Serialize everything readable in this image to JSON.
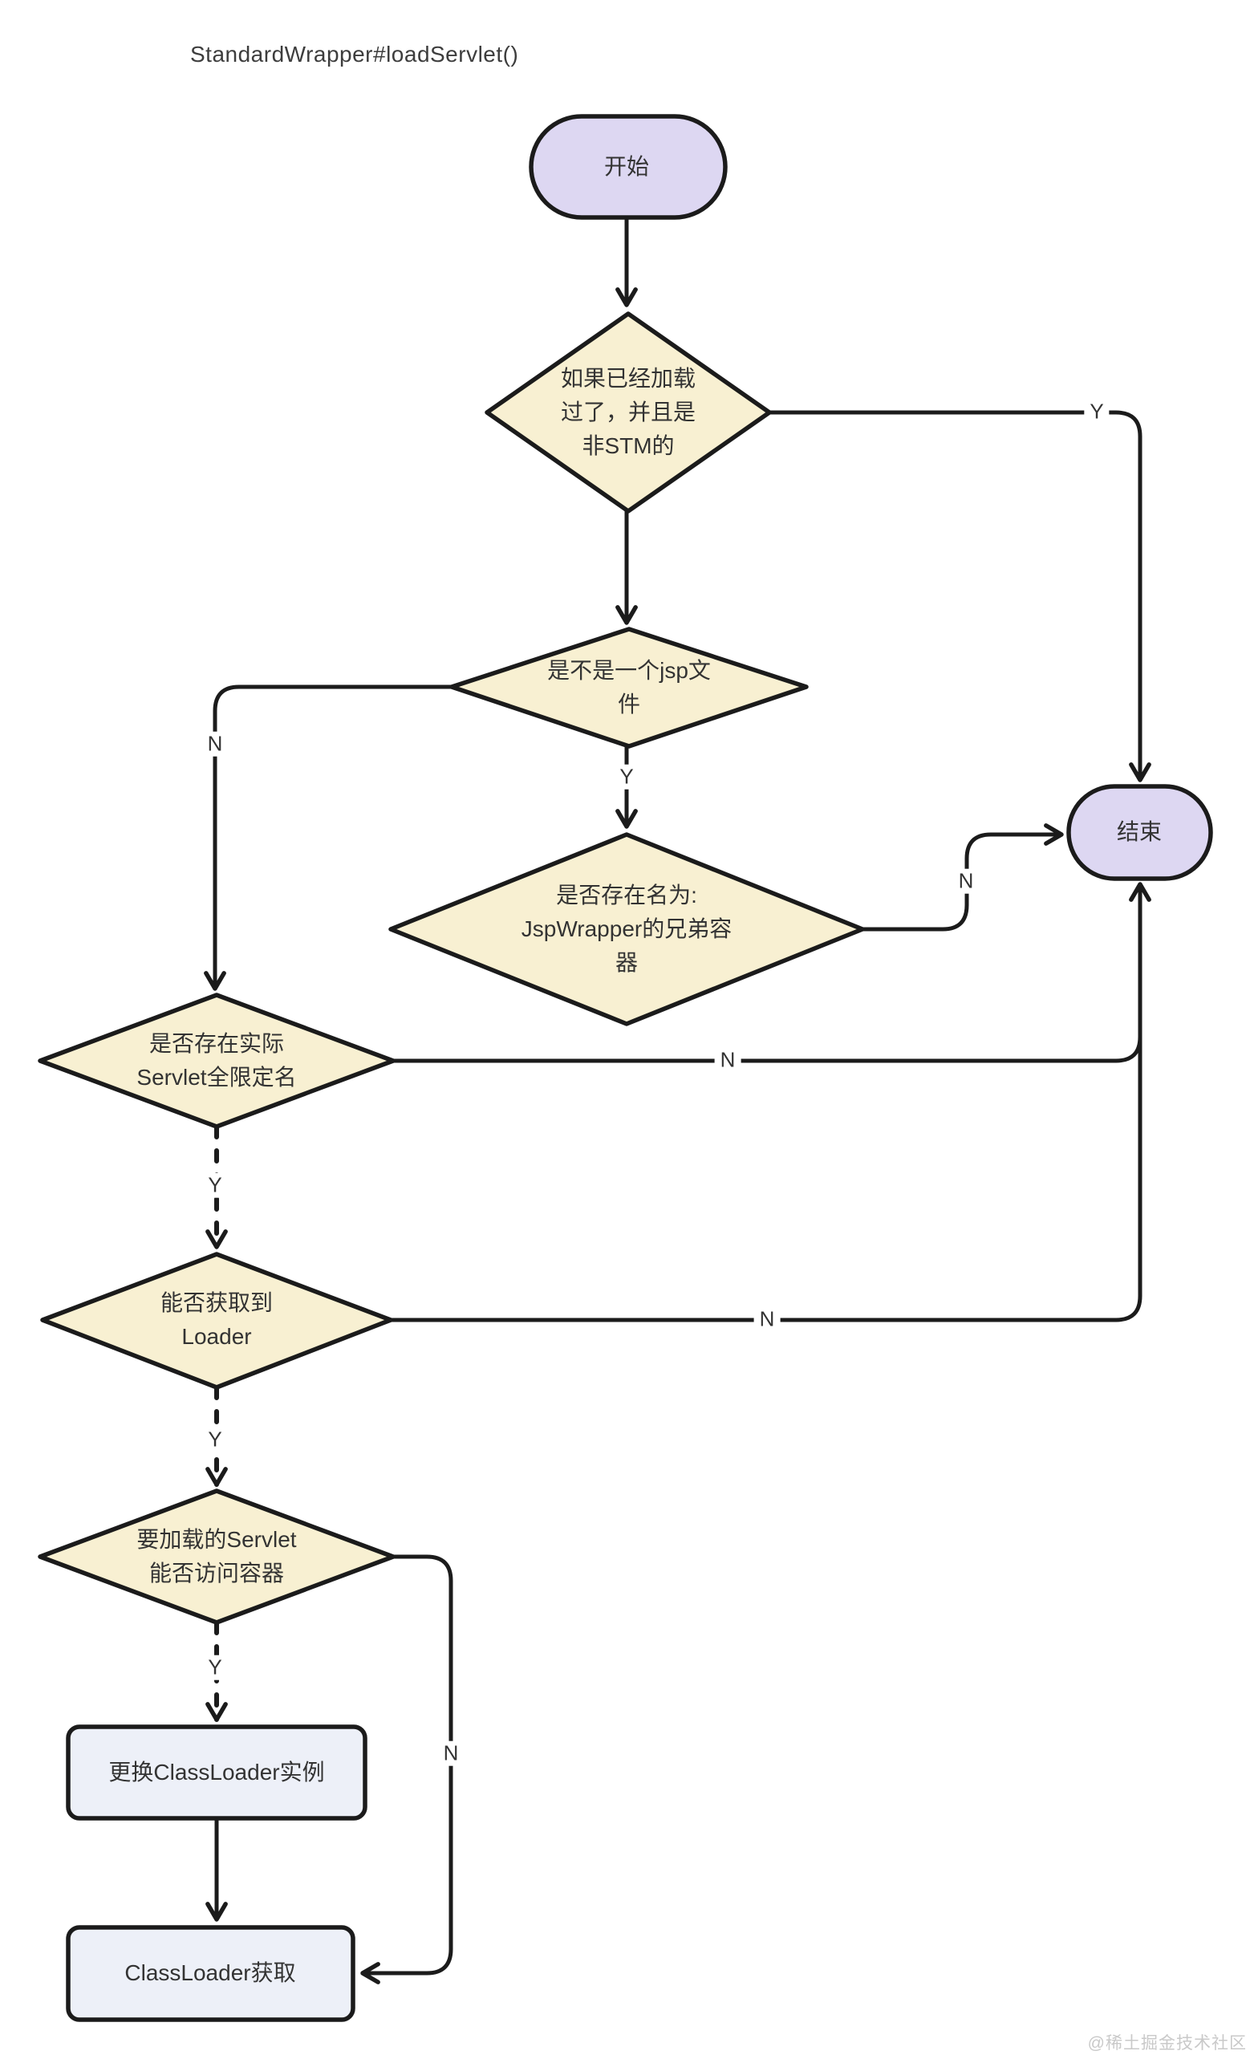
{
  "title": "StandardWrapper#loadServlet()",
  "watermark": "@稀土掘金技术社区",
  "colors": {
    "decision_fill": "#F8F0D2",
    "terminal_fill": "#DDD7F2",
    "process_fill": "#EDF0F8",
    "edge_stroke": "#1B1B1B",
    "text": "#333333",
    "watermark_text": "#C9C9C9"
  },
  "nodes": {
    "start": {
      "type": "terminal",
      "label": "开始"
    },
    "already_loaded": {
      "type": "decision",
      "label": "如果已经加载\n过了，并且是\n非STM的"
    },
    "is_jsp_file": {
      "type": "decision",
      "label": "是不是一个jsp文\n件"
    },
    "jspwrapper_sibling": {
      "type": "decision",
      "label": "是否存在名为:\nJspWrapper的兄弟容\n器"
    },
    "servlet_fqn": {
      "type": "decision",
      "label": "是否存在实际\nServlet全限定名"
    },
    "get_loader": {
      "type": "decision",
      "label": "能否获取到\nLoader"
    },
    "servlet_access_container": {
      "type": "decision",
      "label": "要加载的Servlet\n能否访问容器"
    },
    "replace_classloader": {
      "type": "process",
      "label": "更换ClassLoader实例"
    },
    "classloader_get": {
      "type": "process",
      "label": "ClassLoader获取"
    },
    "end": {
      "type": "terminal",
      "label": "结束"
    }
  },
  "edge_labels": {
    "already_loaded_yes": "Y",
    "is_jsp_no": "N",
    "is_jsp_yes": "Y",
    "jspwrapper_sibling_no": "N",
    "servlet_fqn_no": "N",
    "servlet_fqn_yes": "Y",
    "get_loader_no": "N",
    "get_loader_yes": "Y",
    "servlet_access_yes": "Y",
    "servlet_access_no": "N"
  }
}
